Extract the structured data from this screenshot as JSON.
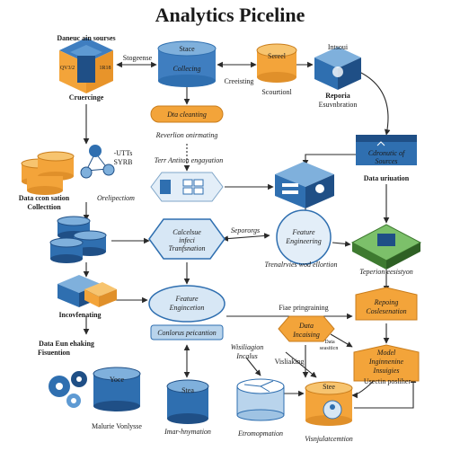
{
  "title": "Analytics Piceline",
  "colors": {
    "blue": "#2f6fb0",
    "blue_dark": "#1f4f86",
    "light_blue": "#cfe3f2",
    "orange": "#f3a43a",
    "orange_light": "#f7c46f",
    "green": "#5aa04a",
    "line": "#2a2a2a"
  },
  "nodes": {
    "sources_label": "Daneuc ain sourses",
    "sources_cube_left": "QV3/2",
    "sources_cube_right": "1R18",
    "sources_sub": "Cruercinge",
    "storage_arrow": "Stogeense",
    "stace_top": "Stace",
    "stace_mid": "Collecing",
    "creesting": "Creeisting",
    "data_cleaning": "Dta cleanting",
    "revertion": "Reverlion onirmating",
    "sereel_top": "Sereel",
    "scourtionl": "Scourtionl",
    "intsoui": "Intsoui",
    "reporia": "Reporia",
    "esuvnbration": "Esuvnbration",
    "utts": "-UTTs",
    "syrb": "SYRB",
    "orelipectiom": "Orelipectiom",
    "data_collection_1": "Data ccon sation",
    "data_collection_2": "Collecttion",
    "terr_antion": "Terr Antiton engayation",
    "cdronuite_1": "Cdronutic of",
    "cdronuite_2": "Sources",
    "data_uriuation": "Data uriuation",
    "calcelsue_1": "Calcelsue",
    "calcelsue_2": "infeci",
    "calcelsue_3": "Tranfsnation",
    "sepororgs": "Sepororgs",
    "feature_eng_top_1": "Feature",
    "feature_eng_top_2": "Engineering",
    "trenalrvies": "Trenalrvies wod ellortion",
    "teperion": "Teperion eesistyon",
    "incovfenating": "Incovfenating",
    "feature_engi_1": "Feature",
    "feature_engi_2": "Engincetion",
    "conlorus": "Conlorus peicantion",
    "fiae_pringraining": "Fiae pringraining",
    "repoing_1": "Repoing",
    "repoing_2": "Coslesenation",
    "data_incaising_1": "Data",
    "data_incaising_2": "Incaising",
    "data_seasiticn_1": "Data",
    "data_seasiticn_2": "seasiticn",
    "visliaking": "Visliaking",
    "wisiliagion_1": "Wisiliagion",
    "wisiliagion_2": "Incalus",
    "data_eun_1": "Data Eun ehaking",
    "data_eun_2": "Fisuention",
    "model_1": "Model",
    "model_2": "Inginnenine",
    "model_3": "Insuigies",
    "usectin": "Usectin posliher",
    "yoce": "Yoce",
    "malurie": "Malurie Vonlysse",
    "stea": "Stea",
    "imar": "Imar-hnymation",
    "etromopmation": "Etromopmation",
    "stee": "Stee",
    "visnjulatcemtion": "Visnjulatcemtion"
  }
}
